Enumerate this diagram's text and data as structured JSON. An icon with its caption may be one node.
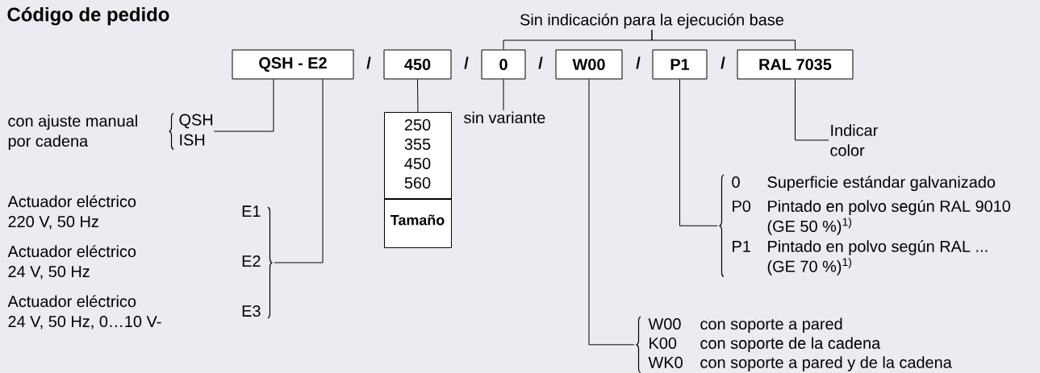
{
  "diagram": {
    "title": "Código de pedido",
    "nodes": [
      {
        "text": [
          "QSH - E2"
        ]
      },
      {
        "text": [
          "450"
        ]
      },
      {
        "text": [
          "0"
        ]
      },
      {
        "text": [
          "W00"
        ]
      },
      {
        "text": [
          "P1"
        ]
      },
      {
        "text": [
          "RAL 7035"
        ]
      },
      {
        "text": [
          "250",
          "355",
          "450",
          "560",
          "Tamaño"
        ]
      },
      {
        "text": [
          "Sin indicación para la ejecución base"
        ]
      },
      {
        "text": [
          "sin variante"
        ]
      },
      {
        "text": [
          "QSH",
          "ISH"
        ]
      },
      {
        "text": [
          "E1",
          "E2",
          "E3"
        ]
      },
      {
        "text": [
          "Indicar color"
        ]
      },
      {
        "text": [
          "0",
          "Superficie estándar galvanizado",
          "P0",
          "Pintado en polvo según RAL 9010 (GE 50 %)$^{1)}$",
          "P1",
          "Pintado en polvo según RAL ... (GE 70 %)$^{1)}$"
        ]
      },
      {
        "text": [
          "W00",
          "con soporte a pared",
          "K00",
          "con soporte de la cadena",
          "WK0",
          "con soporte a pared y de la cadena"
        ]
      }
    ],
    "edges": [
      {
        "from": 7,
        "to": 2,
        "arrow": "none"
      },
      {
        "from": 7,
        "to": 5,
        "arrow": "none"
      },
      {
        "from": 0,
        "to": 9,
        "arrow": "none"
      },
      {
        "from": 0,
        "to": 10,
        "arrow": "none"
      },
      {
        "from": 1,
        "to": 6,
        "arrow": "none"
      },
      {
        "from": 2,
        "to": 8,
        "arrow": "none"
      },
      {
        "from": 3,
        "to": 13,
        "arrow": "none"
      },
      {
        "from": 4,
        "to": 12,
        "arrow": "none"
      },
      {
        "from": 5,
        "to": 11,
        "arrow": "none"
      }
    ],
    "labels": [
      "/",
      "/",
      "/",
      "/",
      "/",
      "con ajuste manual por cadena",
      "Actuador eléctrico 220 V, 50 Hz",
      "Actuador eléctrico 24 V, 50 Hz",
      "Actuador eléctrico 24 V, 50 Hz, 0…10 V-"
    ]
  }
}
